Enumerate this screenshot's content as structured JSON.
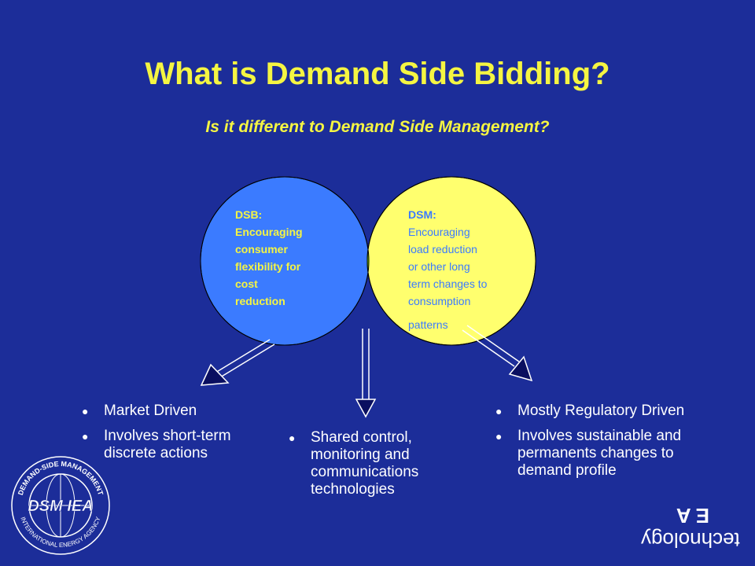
{
  "slide": {
    "title": "What is Demand Side Bidding?",
    "subtitle": "Is it different to Demand Side Management?"
  },
  "venn": {
    "left": {
      "head": "DSB:",
      "lines": [
        "Encouraging",
        "consumer",
        "flexibility for",
        "cost",
        "reduction"
      ],
      "color": "#3b7bff"
    },
    "right": {
      "head": "DSM:",
      "lines": [
        "Encouraging",
        "load reduction",
        "or other long",
        "term changes to",
        "consumption",
        "patterns"
      ],
      "color": "#ffff6e"
    },
    "overlap_color": "#7fcc00"
  },
  "lists": {
    "left": [
      "Market Driven",
      "Involves short-term discrete actions"
    ],
    "middle": [
      "Shared control, monitoring and communications technologies"
    ],
    "right": [
      "Mostly Regulatory Driven",
      "Involves sustainable and permanents changes to demand profile"
    ]
  },
  "logo": {
    "top_text": "DEMAND-SIDE MANAGEMENT",
    "bottom_text": "INTERNATIONAL ENERGY AGENCY",
    "mark": "DSM IEA"
  },
  "tech_logo": {
    "text": "technology",
    "mark": "EA"
  },
  "colors": {
    "background": "#1c2d99",
    "title": "#f5f542",
    "text": "#ffffff"
  }
}
